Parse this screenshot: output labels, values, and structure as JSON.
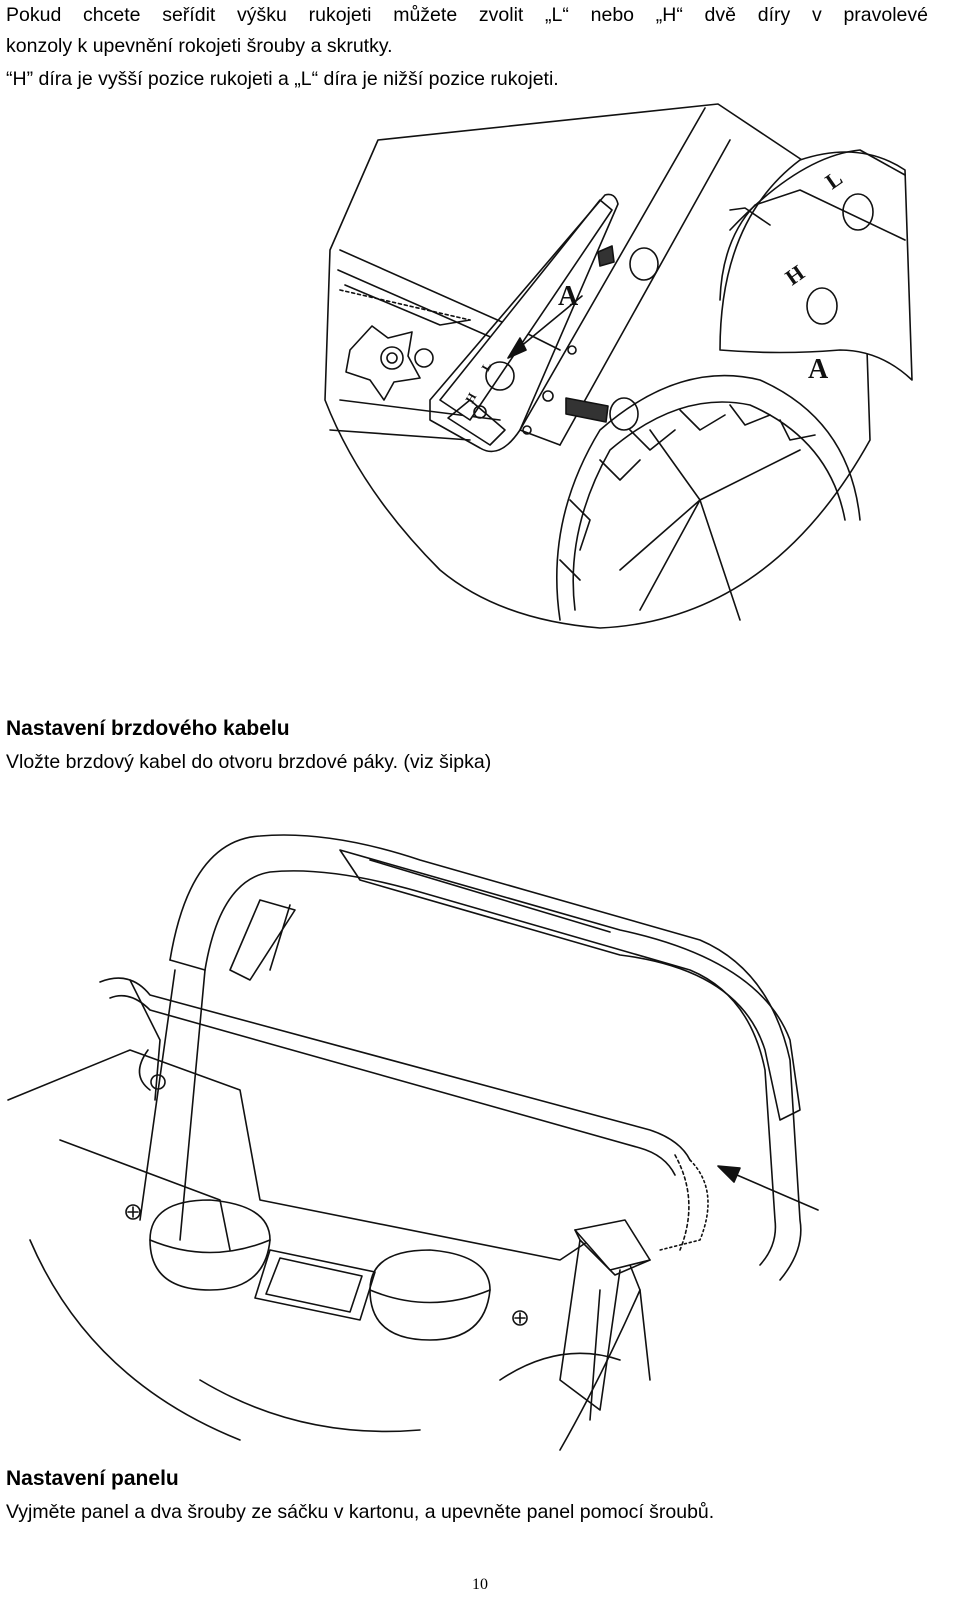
{
  "intro": {
    "line1": "Pokud chcete seřídit výšku rukojeti můžete zvolit „L“ nebo „H“ dvě díry v pravolevé",
    "line2": "konzoly k upevnění rokojeti šrouby a skrutky.",
    "line3": "“H” díra je vyšší pozice rukojeti a „L“ díra je nižší pozice rukojeti."
  },
  "figure1": {
    "label_a_main": "A",
    "label_a_detail": "A",
    "hole_h": "H",
    "hole_l": "L",
    "small_h": "H",
    "small_l": "L"
  },
  "brake": {
    "heading": "Nastavení brzdového kabelu",
    "text": "Vložte brzdový kabel do otvoru brzdové páky. (viz šipka)"
  },
  "panel": {
    "heading": "Nastavení panelu",
    "text": "Vyjměte panel a dva šrouby ze sáčku v kartonu, a upevněte panel pomocí šroubů."
  },
  "page_number": "10"
}
